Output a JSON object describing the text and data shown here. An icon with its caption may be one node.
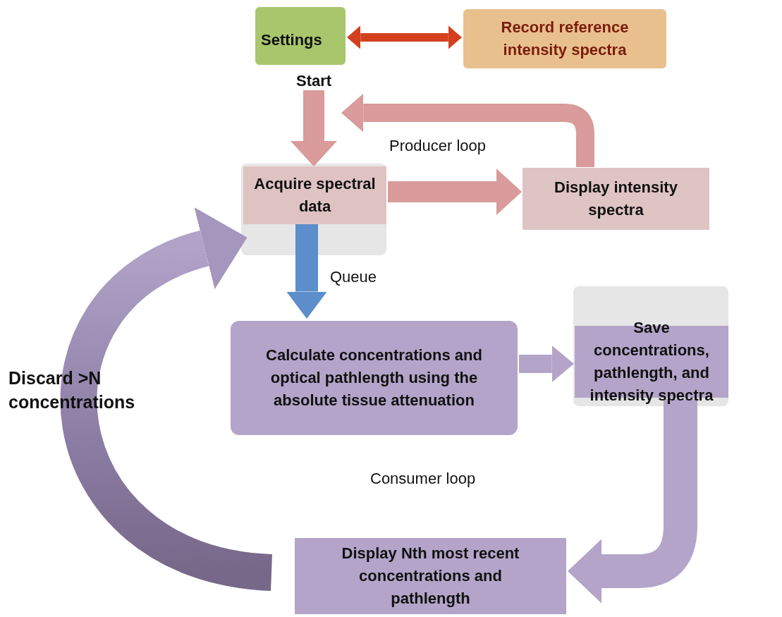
{
  "diagram": {
    "nodes": [
      {
        "text": [
          "Settings"
        ]
      },
      {
        "text": [
          "Record reference intensity spectra"
        ]
      },
      {
        "text": [
          "Acquire spectral data"
        ]
      },
      {
        "text": [
          "Display intensity spectra"
        ]
      },
      {
        "text": [
          "Calculate concentrations and optical pathlength using the absolute tissue attenuation"
        ]
      },
      {
        "text": [
          "Save concentrations, pathlength, and intensity spectra"
        ]
      },
      {
        "text": [
          "Display Nth most recent concentrations and pathlength"
        ]
      }
    ],
    "edges": [
      {
        "from": 0,
        "to": 1,
        "arrow": "both",
        "color": "#d3401e"
      },
      {
        "from": null,
        "to": 2,
        "arrow": "to",
        "label": "Start"
      },
      {
        "from": 3,
        "to": 2,
        "arrow": "to"
      },
      {
        "from": 2,
        "to": 3,
        "arrow": "to"
      },
      {
        "from": 2,
        "to": 4,
        "arrow": "to",
        "label": "Queue",
        "color": "#5b8ecb"
      },
      {
        "from": 4,
        "to": 5,
        "arrow": "to",
        "color": "#b4a4c9"
      },
      {
        "from": 5,
        "to": 6,
        "arrow": "to",
        "color": "#b4a4c9"
      },
      {
        "from": 6,
        "to": 2,
        "arrow": "to",
        "color": "#a596bd"
      }
    ],
    "labels": [
      "Producer loop",
      "Discard >N concentrations",
      "Consumer loop"
    ]
  }
}
